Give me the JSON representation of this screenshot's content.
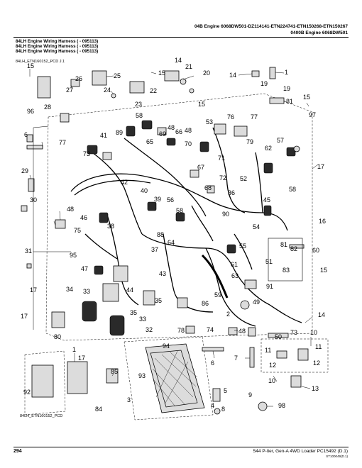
{
  "header": {
    "line1": "04B Engine 6068DW501-DZ114141-ETN224741-ETN150268-ETN150267",
    "line2": "0400B Engine 6068DW501"
  },
  "title_lines": [
    "84LH Engine Wiring Harness ( - 095113)",
    "84LH Engine Wiring Harness ( - 095113)",
    "84LH Engine Wiring Harness ( - 095113)"
  ],
  "figure_id": "84LH_ETN160152_PCD J.1",
  "figure_code": "84LH_ETN160152_PCD",
  "footer": {
    "page_number": "294",
    "title": "544 P-tier, Gen-A 4WD Loader    PC15492    (D.1)",
    "code": "ST100049(D.1)"
  },
  "callouts": {
    "c15a": "15",
    "c26": "26",
    "c25": "25",
    "c14a": "14",
    "c21": "21",
    "c15b": "15",
    "c20": "20",
    "c14b": "14",
    "c1": "1",
    "c27": "27",
    "c24": "24",
    "c22": "22",
    "c19a": "19",
    "c19b": "19",
    "c15c": "15",
    "c28": "28",
    "c15d": "15",
    "c23": "23",
    "c81": "81",
    "c96": "96",
    "c58a": "58",
    "c76": "76",
    "c77a": "77",
    "c97": "97",
    "c89": "89",
    "c48a": "48",
    "c53": "53",
    "c41": "41",
    "c69": "69",
    "c66": "66",
    "c48b": "48",
    "c6a": "6",
    "c65": "65",
    "c70": "70",
    "c79": "79",
    "c57": "57",
    "c77b": "77",
    "c73a": "73",
    "c71": "71",
    "c62": "62",
    "c17a": "17",
    "c67": "67",
    "c29": "29",
    "c52": "52",
    "c72": "72",
    "c58b": "58",
    "c42": "42",
    "c68": "68",
    "c36": "36",
    "c40": "40",
    "c30": "30",
    "c39": "39",
    "c56": "56",
    "c45": "45",
    "c48c": "48",
    "c58c": "58",
    "c90": "90",
    "c46": "46",
    "c38": "38",
    "c54": "54",
    "c16": "16",
    "c75": "75",
    "c88": "88",
    "c64": "64",
    "c31": "31",
    "c37": "37",
    "c81b": "81",
    "c82": "82",
    "c60": "60",
    "c55": "55",
    "c95": "95",
    "c51": "51",
    "c61": "61",
    "c83": "83",
    "c15e": "15",
    "c47": "47",
    "c63": "63",
    "c43": "43",
    "c91": "91",
    "c17b": "17",
    "c34": "34",
    "c33a": "33",
    "c44": "44",
    "c59": "59",
    "c35a": "35",
    "c49": "49",
    "c86": "86",
    "c2": "2",
    "c14c": "14",
    "c35b": "35",
    "c17c": "17",
    "c33b": "33",
    "c32": "32",
    "c78": "78",
    "c74": "74",
    "c48d": "48",
    "c50": "50",
    "c73b": "73",
    "c80": "80",
    "c10": "10",
    "c1b": "1",
    "c17d": "17",
    "c94": "94",
    "c11a": "11",
    "c11b": "11",
    "c7": "7",
    "c85": "85",
    "c12a": "12",
    "c12b": "12",
    "c93": "93",
    "c6b": "6",
    "c92": "92",
    "c10b": "10",
    "c13": "13",
    "c84": "84",
    "c3": "3",
    "c5": "5",
    "c9": "9",
    "c4": "4",
    "c8": "8",
    "c98": "98"
  }
}
